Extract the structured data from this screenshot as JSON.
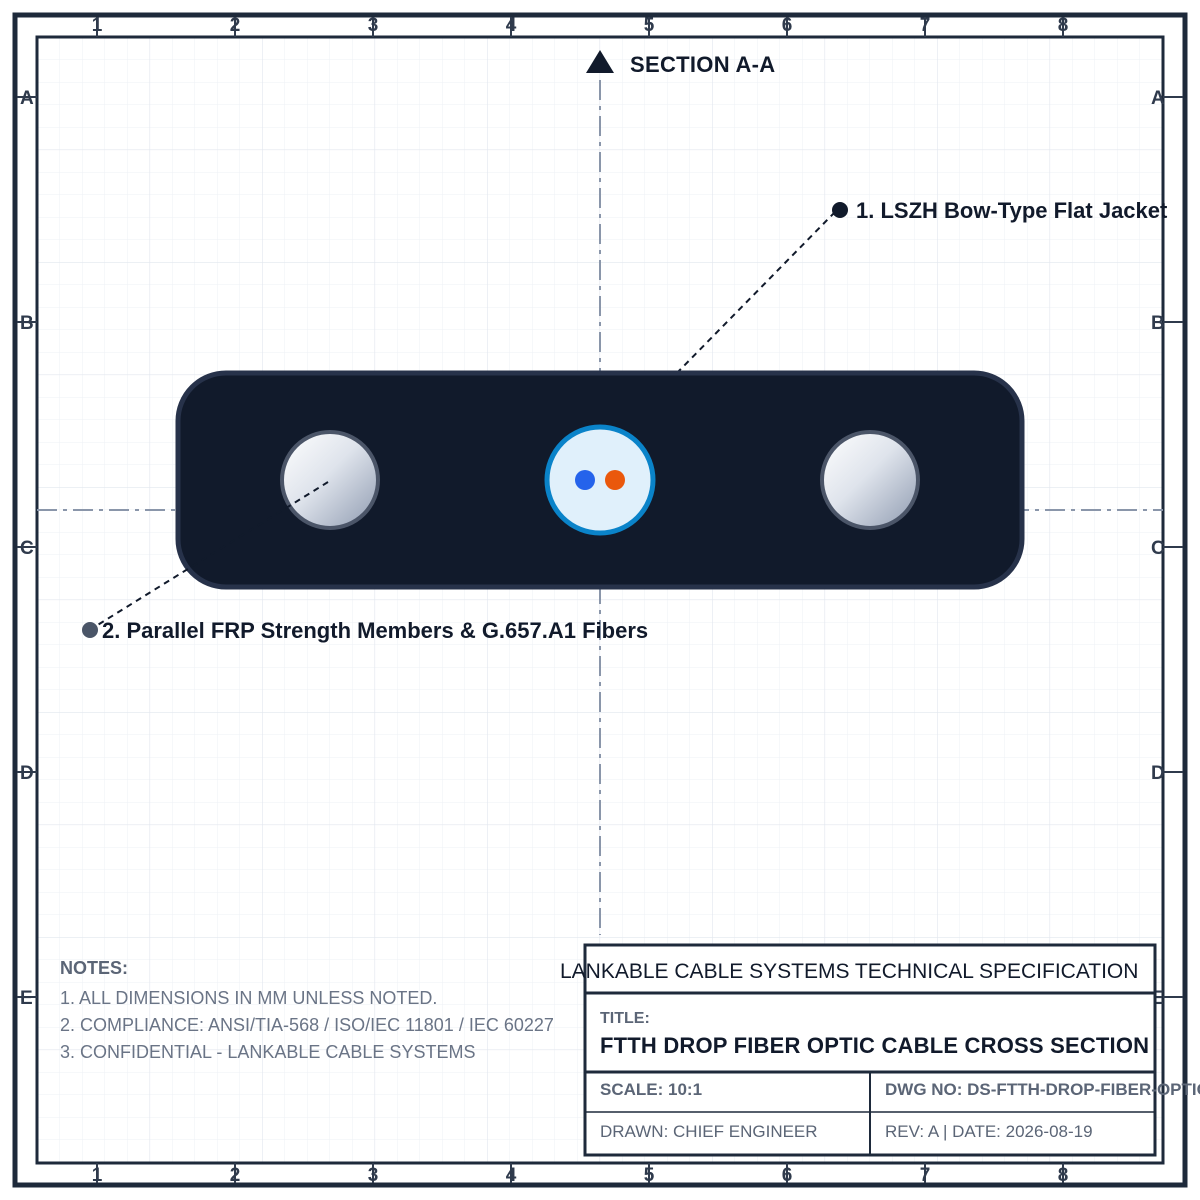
{
  "zones": {
    "columns": [
      "1",
      "2",
      "3",
      "4",
      "5",
      "6",
      "7",
      "8"
    ],
    "rows": [
      "A",
      "B",
      "C",
      "D",
      "E"
    ]
  },
  "section": {
    "label": "SECTION A-A"
  },
  "callouts": [
    {
      "text": "1. LSZH Bow-Type Flat Jacket"
    },
    {
      "text": "2. Parallel FRP Strength Members & G.657.A1 Fibers"
    }
  ],
  "notes": {
    "heading": "NOTES:",
    "lines": [
      "1. ALL DIMENSIONS IN MM UNLESS NOTED.",
      "2. COMPLIANCE: ANSI/TIA-568 / ISO/IEC 11801 / IEC 60227",
      "3. CONFIDENTIAL - LANKABLE CABLE SYSTEMS"
    ]
  },
  "title_block": {
    "company": "LANKABLE CABLE SYSTEMS TECHNICAL SPECIFICATION",
    "title_label": "TITLE:",
    "title": "FTTH DROP FIBER OPTIC CABLE CROSS SECTION",
    "scale": "SCALE: 10:1",
    "dwg_no": "DWG NO: DS-FTTH-DROP-FIBER-OPTIC",
    "drawn": "DRAWN: CHIEF ENGINEER",
    "rev_date": "REV: A | DATE: 2026-08-19"
  },
  "colors": {
    "frame": "#1e2a3b",
    "grid": "#e6eaf0",
    "centerline": "#8a96aa",
    "jacket": "#111a2b",
    "jacket_stroke": "#27324a",
    "fiber_blue": "#2563eb",
    "fiber_orange": "#ea580c",
    "tube_fill": "#e0f0fb",
    "tube_stroke": "#0a83c9",
    "frp_light": "#f8fafc",
    "frp_dark": "#8f9bb0",
    "leader_dot_1": "#111a2b",
    "leader_dot_2": "#4a5567"
  }
}
